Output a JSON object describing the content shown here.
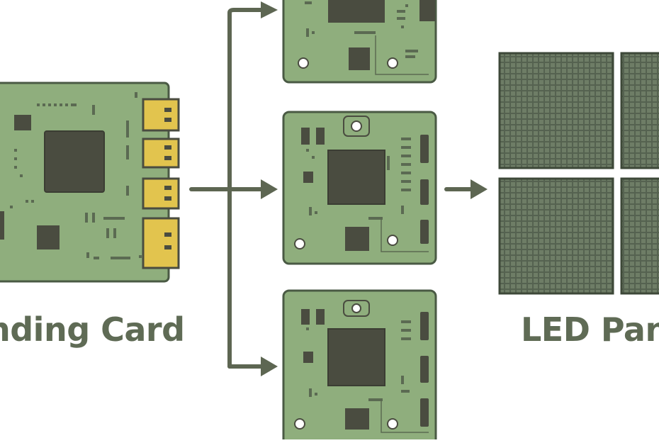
{
  "labels": {
    "sending_card": "nding Card",
    "led_panel": "LED Pan"
  },
  "colors": {
    "background": "#ffffff",
    "pcb_green": "#8fae7d",
    "pcb_outline": "#4a5a44",
    "chip": "#4a4c40",
    "connector_gold": "#e2c44e",
    "led_module": "#4f5d48",
    "arrow": "#5d6652",
    "label_text": "#5f6b55"
  },
  "icons": {
    "sending_card": "pcb-board-with-ports",
    "receiving_card": "pcb-board",
    "led_module": "led-matrix-grid",
    "arrow": "arrow-right"
  }
}
